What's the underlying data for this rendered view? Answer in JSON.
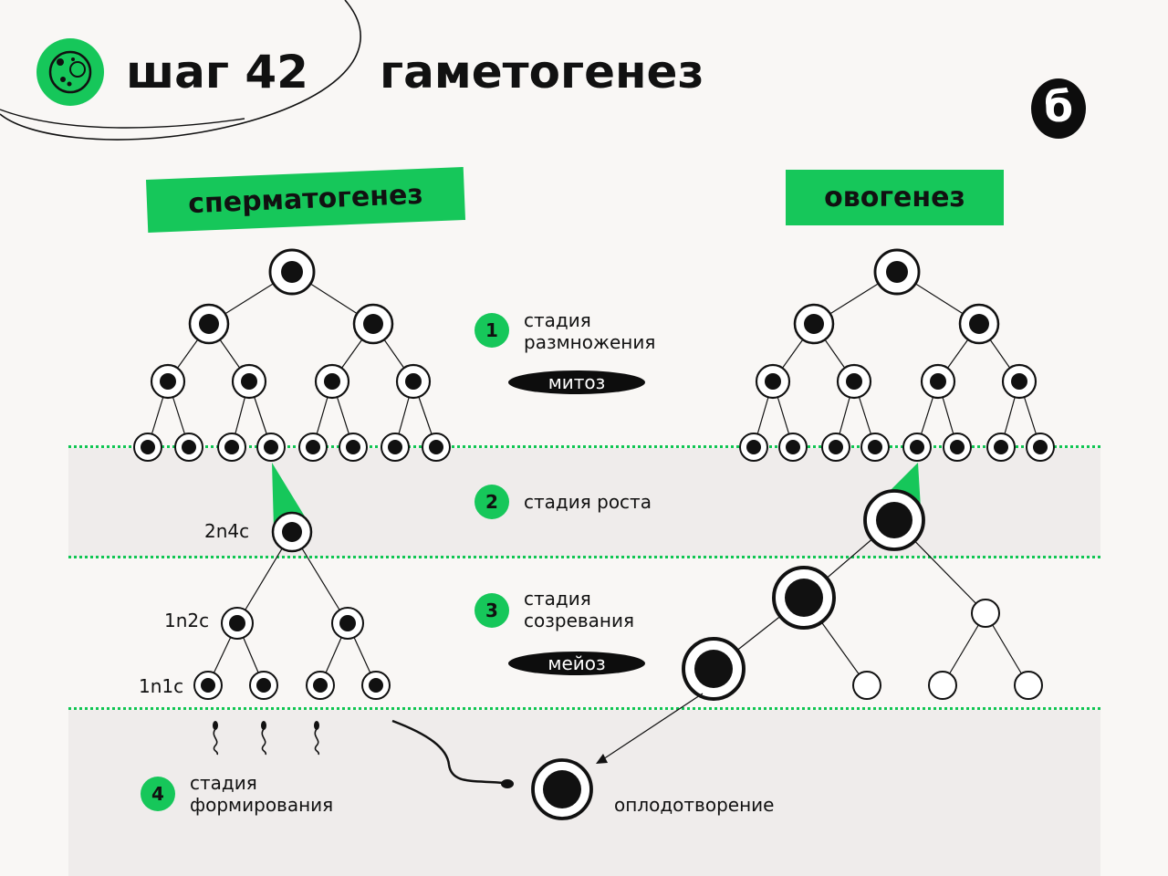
{
  "header": {
    "step": "шаг 42",
    "title": "гаметогенез",
    "brand_letter": "б"
  },
  "columns": {
    "left_label": "сперматогенез",
    "right_label": "овогенез"
  },
  "stages": [
    {
      "number": "1",
      "line1": "стадия",
      "line2": "размножения"
    },
    {
      "number": "2",
      "line1": "стадия роста",
      "line2": ""
    },
    {
      "number": "3",
      "line1": "стадия",
      "line2": "созревания"
    },
    {
      "number": "4",
      "line1": "стадия",
      "line2": "формирования"
    }
  ],
  "processes": {
    "mitosis": "митоз",
    "meiosis": "мейоз"
  },
  "ploidy_labels": {
    "growth": "2n4c",
    "first_division": "1n2c",
    "second_division": "1n1c"
  },
  "fertilization_label": "оплодотворение",
  "colors": {
    "accent": "#16c75a",
    "dark": "#0d0d0d",
    "background": "#f9f7f5",
    "band": "#efeceb"
  }
}
